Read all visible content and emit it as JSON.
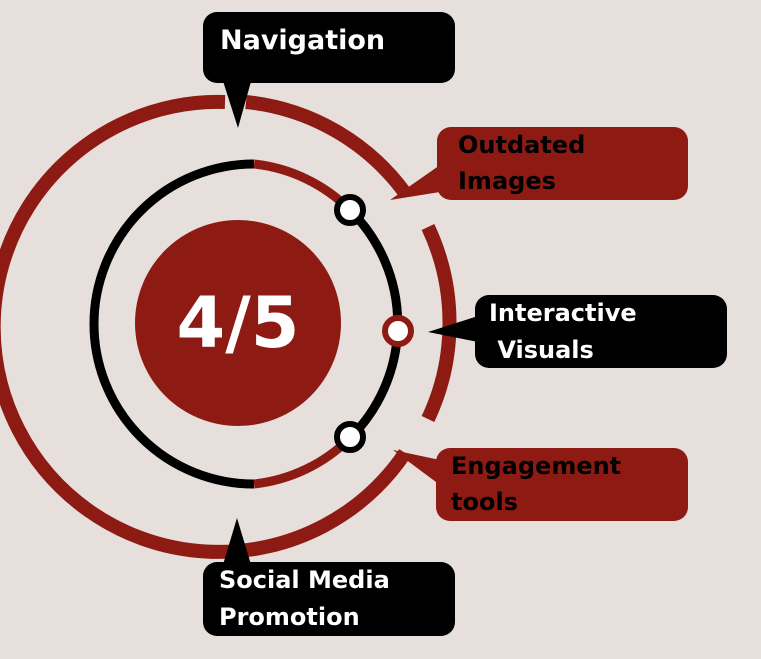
{
  "center": {
    "score": "4/5"
  },
  "labels": {
    "navigation": [
      "Navigation"
    ],
    "outdated_images": [
      "Outdated",
      "Images"
    ],
    "interactive_visuals": [
      "Interactive",
      " Visuals"
    ],
    "engagement_tools": [
      "Engagement",
      "tools"
    ],
    "social_media_promotion": [
      "Social Media",
      "Promotion"
    ]
  },
  "colors": {
    "background": "#e7dfdc",
    "accent_red": "#8e1b13",
    "dark": "#000000",
    "white": "#ffffff"
  },
  "icons": [
    "circle-marker-icon"
  ]
}
